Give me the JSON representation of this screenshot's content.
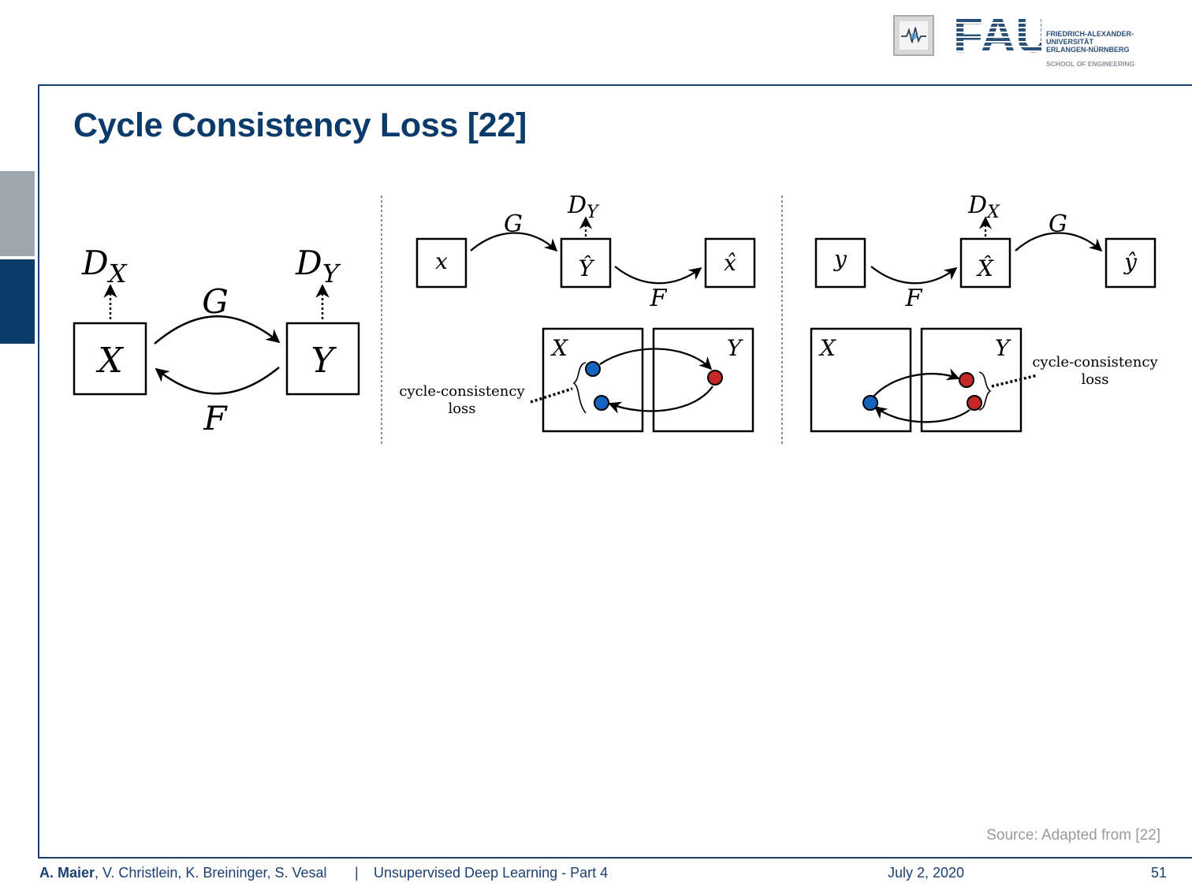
{
  "slide": {
    "title": "Cycle Consistency Loss [22]",
    "source": "Source: Adapted from [22]"
  },
  "logo": {
    "wordmark": "FAU",
    "university_lines": [
      "FRIEDRICH-ALEXANDER-",
      "UNIVERSITÄT",
      "ERLANGEN-NÜRNBERG"
    ],
    "school": "SCHOOL OF ENGINEERING"
  },
  "diagram": {
    "panel_a": {
      "box_x": "X",
      "box_y": "Y",
      "d_x_base": "D",
      "d_x_sub": "X",
      "d_y_base": "D",
      "d_y_sub": "Y",
      "forward_label": "G",
      "backward_label": "F"
    },
    "panel_b": {
      "node_start": "x",
      "node_mid": "Ŷ",
      "node_end": "x̂",
      "label_g": "G",
      "label_f": "F",
      "d_base": "D",
      "d_sub": "Y",
      "domain_x": "X",
      "domain_y": "Y",
      "loss_line1": "cycle-consistency",
      "loss_line2": "loss"
    },
    "panel_c": {
      "node_start": "y",
      "node_mid": "X̂",
      "node_end": "ŷ",
      "label_g": "G",
      "label_f": "F",
      "d_base": "D",
      "d_sub": "X",
      "domain_x": "X",
      "domain_y": "Y",
      "loss_line1": "cycle-consistency",
      "loss_line2": "loss"
    },
    "colors": {
      "blue_point": "#1565c0",
      "red_point": "#c62828"
    }
  },
  "footer": {
    "lead_author": "A. Maier",
    "coauthors": ", V. Christlein, K. Breininger, S. Vesal",
    "separator": "|",
    "course": "Unsupervised Deep Learning - Part 4",
    "date": "July 2, 2020",
    "page": "51"
  }
}
